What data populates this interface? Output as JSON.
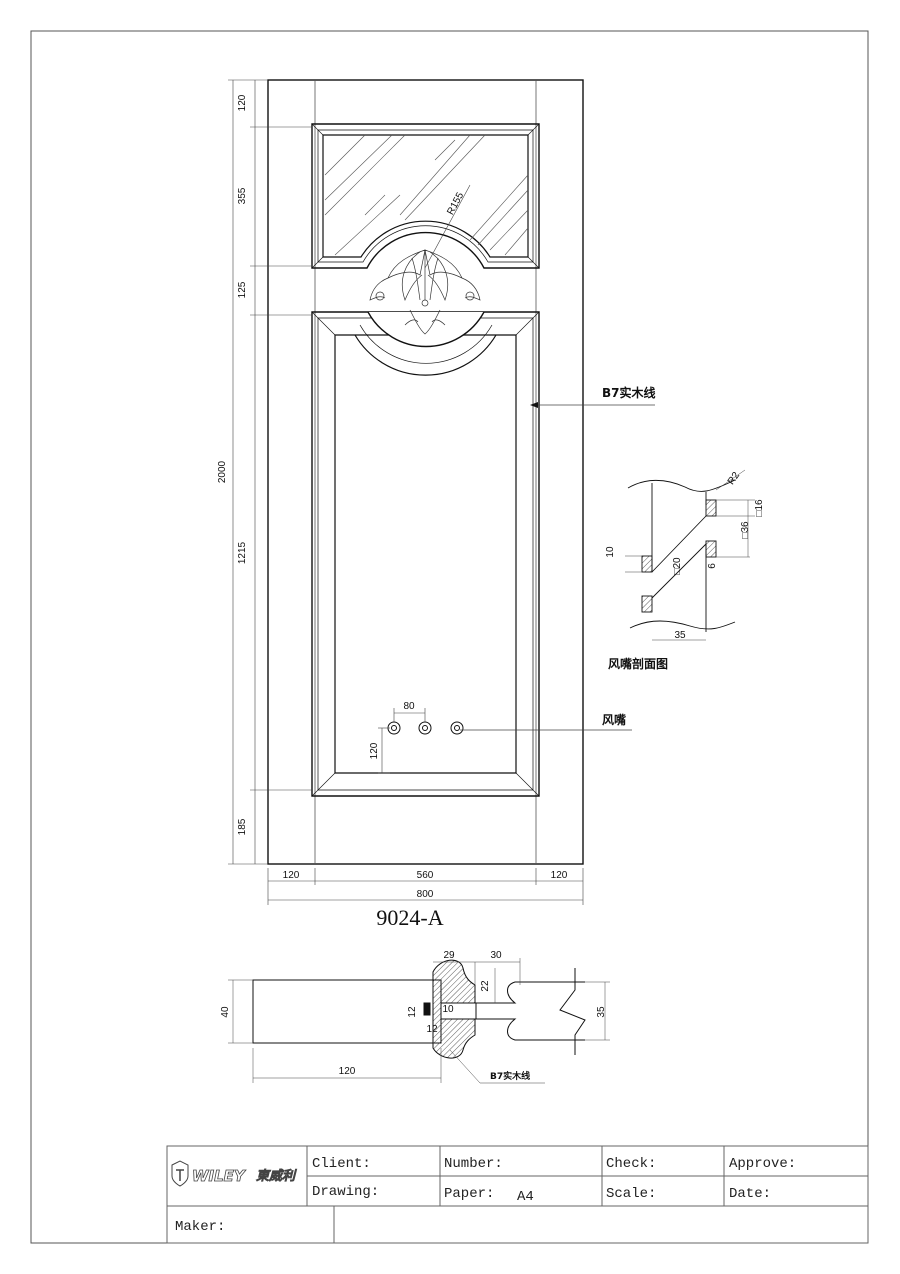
{
  "drawing": {
    "model": "9024-A",
    "door": {
      "overall_height": "2000",
      "overall_width": "800",
      "left_dims": [
        "120",
        "355",
        "125",
        "1215",
        "185"
      ],
      "bottom_dims": [
        "120",
        "560",
        "120"
      ],
      "radius_label": "R155",
      "vent_spacing": "80",
      "vent_height": "120",
      "callout_molding": "B7实木线",
      "callout_vent": "风嘴"
    },
    "vent_section": {
      "title": "风嘴剖面图",
      "dims": [
        "R2",
        "□16",
        "□36",
        "10",
        "□20",
        "6",
        "35"
      ]
    },
    "cross_section": {
      "dims": [
        "40",
        "120",
        "29",
        "30",
        "22",
        "12",
        "10",
        "12",
        "35"
      ],
      "callout": "B7实木线"
    }
  },
  "title_block": {
    "logo_text": "WILEY",
    "logo_cn": "東威利",
    "client_label": "Client:",
    "drawing_label": "Drawing:",
    "number_label": "Number:",
    "paper_label": "Paper:",
    "paper_value": "A4",
    "check_label": "Check:",
    "scale_label": "Scale:",
    "approve_label": "Approve:",
    "date_label": "Date:",
    "maker_label": "Maker:"
  },
  "colors": {
    "line": "#111111",
    "frame": "#555555",
    "dimline": "#444444"
  }
}
